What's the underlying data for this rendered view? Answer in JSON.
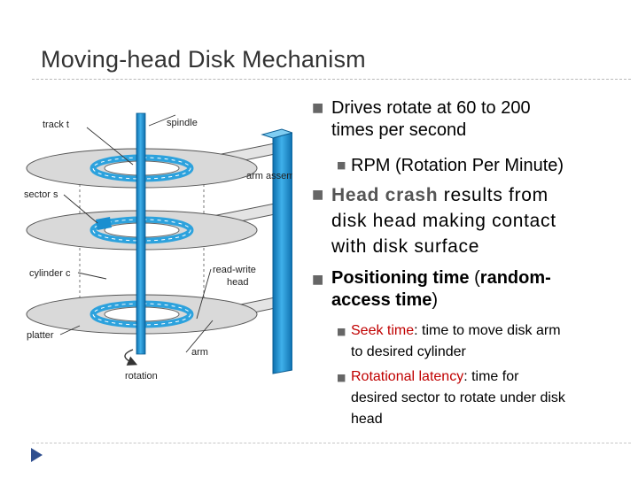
{
  "slide": {
    "title": "Moving-head Disk Mechanism"
  },
  "diagram": {
    "labels": {
      "track": "track t",
      "spindle": "spindle",
      "arm_assembly": "arm assembly",
      "sector": "sector s",
      "cylinder": "cylinder c",
      "read_write": "read-write",
      "head": "head",
      "platter": "platter",
      "arm": "arm",
      "rotation": "rotation"
    }
  },
  "bullets": [
    {
      "line1": "Drives rotate at 60 to 200",
      "line2": "times per second",
      "sub": "RPM (Rotation Per Minute)"
    },
    {
      "bold": "Head crash",
      "rest": " results from",
      "line2": "disk head making contact",
      "line3": "with disk surface"
    },
    {
      "bold1": "Positioning time",
      "paren_open": " (",
      "bold2": "random-",
      "bold3": "access time",
      "paren_close": ")",
      "subs": [
        {
          "term": "Seek time",
          "rest": ": time to move disk arm",
          "line2": "to desired cylinder"
        },
        {
          "term": "Rotational latency",
          "rest": ":  time for",
          "line2": "desired sector to rotate under disk",
          "line3": "head"
        }
      ]
    }
  ],
  "colors": {
    "title": "#333333",
    "accent": "#c00000",
    "bullet": "#666666",
    "nav": "#2f4f8f",
    "diagram_blue": "#1a8fd0"
  },
  "icons": {
    "bullet": "square-bullet-icon",
    "nav": "nav-arrow-icon"
  }
}
